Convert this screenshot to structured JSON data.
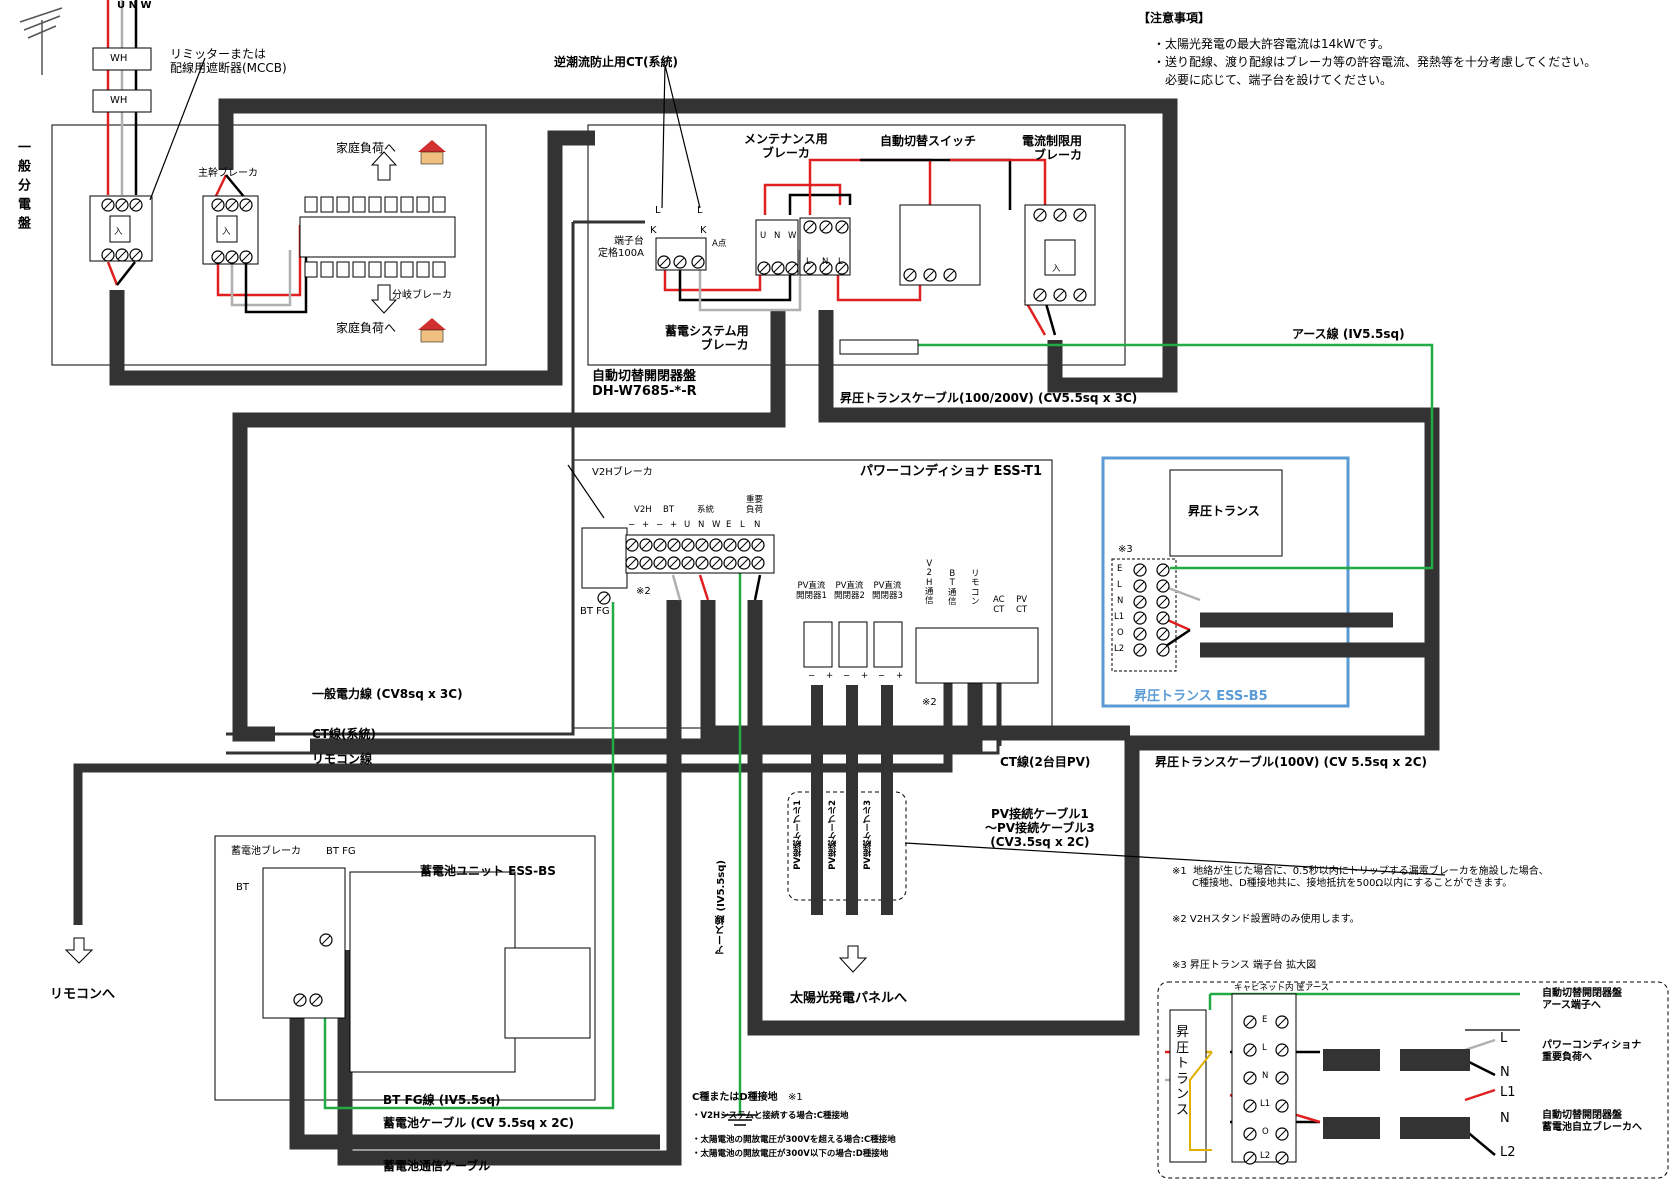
{
  "meter_header": "U N W",
  "limiter_label": "リミッターまたは\n配線用遮断器(MCCB)",
  "meter_labels": [
    "WH",
    "WH"
  ],
  "general_panel_title": "一般分電盤",
  "main_breaker_label": "主幹ブレーカ",
  "branch_breaker_label": "分岐ブレーカ",
  "household_load": "家庭負荷へ",
  "breaker_on_mark": "入",
  "ct_title": "逆潮流防止用CT(系統)",
  "ct_terminal_letters": [
    "L",
    "L",
    "K",
    "K"
  ],
  "terminal_block_label": "端子台\n定格100A",
  "point_a": "A点",
  "maintenance_breaker": "メンテナンス用\nブレーカ",
  "auto_switch": "自動切替スイッチ",
  "current_limit_breaker": "電流制限用\nブレーカ",
  "uvw": [
    "U",
    "N",
    "W"
  ],
  "lnl": [
    "L",
    "N",
    "L"
  ],
  "storage_breaker": "蓄電システム用\nブレーカ",
  "switch_panel_title": "自動切替開閉器盤\nDH-W7685-*-R",
  "notes_title": "【注意事項】",
  "notes": [
    "・太陽光発電の最大許容電流は14kWです。",
    "・送り配線、渡り配線はブレーカ等の許容電流、発熱等を十分考慮してください。",
    "　必要に応じて、端子台を設けてください。"
  ],
  "earth_wire": "アース線 (IV5.5sq)",
  "boost_cable_main": "昇圧トランスケーブル(100/200V) (CV5.5sq x 3C)",
  "pcs_title": "パワーコンディショナ ESS-T1",
  "v2h_breaker": "V2Hブレーカ",
  "pcs_groups": [
    "V2H",
    "BT",
    "系統",
    "重要\n負荷"
  ],
  "pcs_terminal_letters": [
    "−",
    "+",
    "−",
    "+",
    "U",
    "N",
    "W",
    "E",
    "L",
    "N"
  ],
  "ref2": "※2",
  "bt_fg": "BT FG",
  "pv_switches": [
    "PV直流\n開閉器1",
    "PV直流\n開閉器2",
    "PV直流\n開閉器3"
  ],
  "comm_labels": [
    "V\n2\nH\n通\n信",
    "B\nT\n通\n信",
    "リ\nモ\nコ\nン",
    "AC\nCT",
    "PV\nCT"
  ],
  "pm": [
    "−",
    "+",
    "−",
    "+",
    "−",
    "+"
  ],
  "general_power_line": "一般電力線 (CV8sq x 3C)",
  "ct_line_grid": "CT線(系統)",
  "remocon_line": "リモコン線",
  "ct_line_pv": "CT線(2台目PV)",
  "boost_cable_100": "昇圧トランスケーブル(100V) (CV 5.5sq x 2C)",
  "transformer_title": "昇圧トランス",
  "transformer_unit": "昇圧トランス ESS-B5",
  "ref3": "※3",
  "transformer_terminals": [
    "E",
    "L",
    "N",
    "L1",
    "O",
    "L2"
  ],
  "pv_cable_title": "PV接続ケーブル1\n〜PV接続ケーブル3\n(CV3.5sq x 2C)",
  "pv_cable_labels": [
    "PV接続ケーブル1",
    "PV接続ケーブル2",
    "PV接続ケーブル3"
  ],
  "to_solar": "太陽光発電パネルへ",
  "to_remocon": "リモコンへ",
  "earth_vertical": "アース線 (IV5.5sq)",
  "footnote1": "※1  地絡が生じた場合に、0.5秒以内にトリップする漏電ブレーカを施設した場合、\n　　C種接地、D種接地共に、接地抵抗を500Ω以内にすることができます。",
  "footnote2": "※2  V2Hスタンド設置時のみ使用します。",
  "footnote3": "※3  昇圧トランス  端子台  拡大図",
  "battery_breaker": "蓄電池ブレーカ",
  "battery_fg": "BT FG",
  "battery_bt": "BT",
  "battery_title": "蓄電池ユニット ESS-BS",
  "bt_fg_wire": "BT FG線 (IV5.5sq)",
  "battery_cable": "蓄電池ケーブル (CV 5.5sq x 2C)",
  "battery_comm_cable": "蓄電池通信ケーブル",
  "grounding_title": "C種またはD種接地",
  "grounding_ref": "※1",
  "grounding_notes": [
    "・V2Hシステムと接続する場合:C種接地",
    "・太陽電池の開放電圧が300Vを超える場合:C種接地",
    "・太陽電池の開放電圧が300V以下の場合:D種接地"
  ],
  "enlarge_header": "キャビネット内 筐アース",
  "enlarge_terminals": [
    "E",
    "L",
    "N",
    "L1",
    "O",
    "L2"
  ],
  "enlarge_trans_label": "昇\n圧\nト\nラ\nン\nス",
  "enlarge_right_labels": [
    "L",
    "N",
    "L1",
    "N",
    "L2"
  ],
  "enlarge_dest1": "自動切替開閉器盤\nアース端子へ",
  "enlarge_dest2": "パワーコンディショナ\n重要負荷へ",
  "enlarge_dest3": "自動切替開閉器盤\n蓄電池自立ブレーカへ",
  "colors": {
    "cable": "#333333",
    "red": "#e02020",
    "green": "#22aa44",
    "gray": "#b0b0b0",
    "blue": "#5a9bd5",
    "yellow": "#e0b000"
  }
}
